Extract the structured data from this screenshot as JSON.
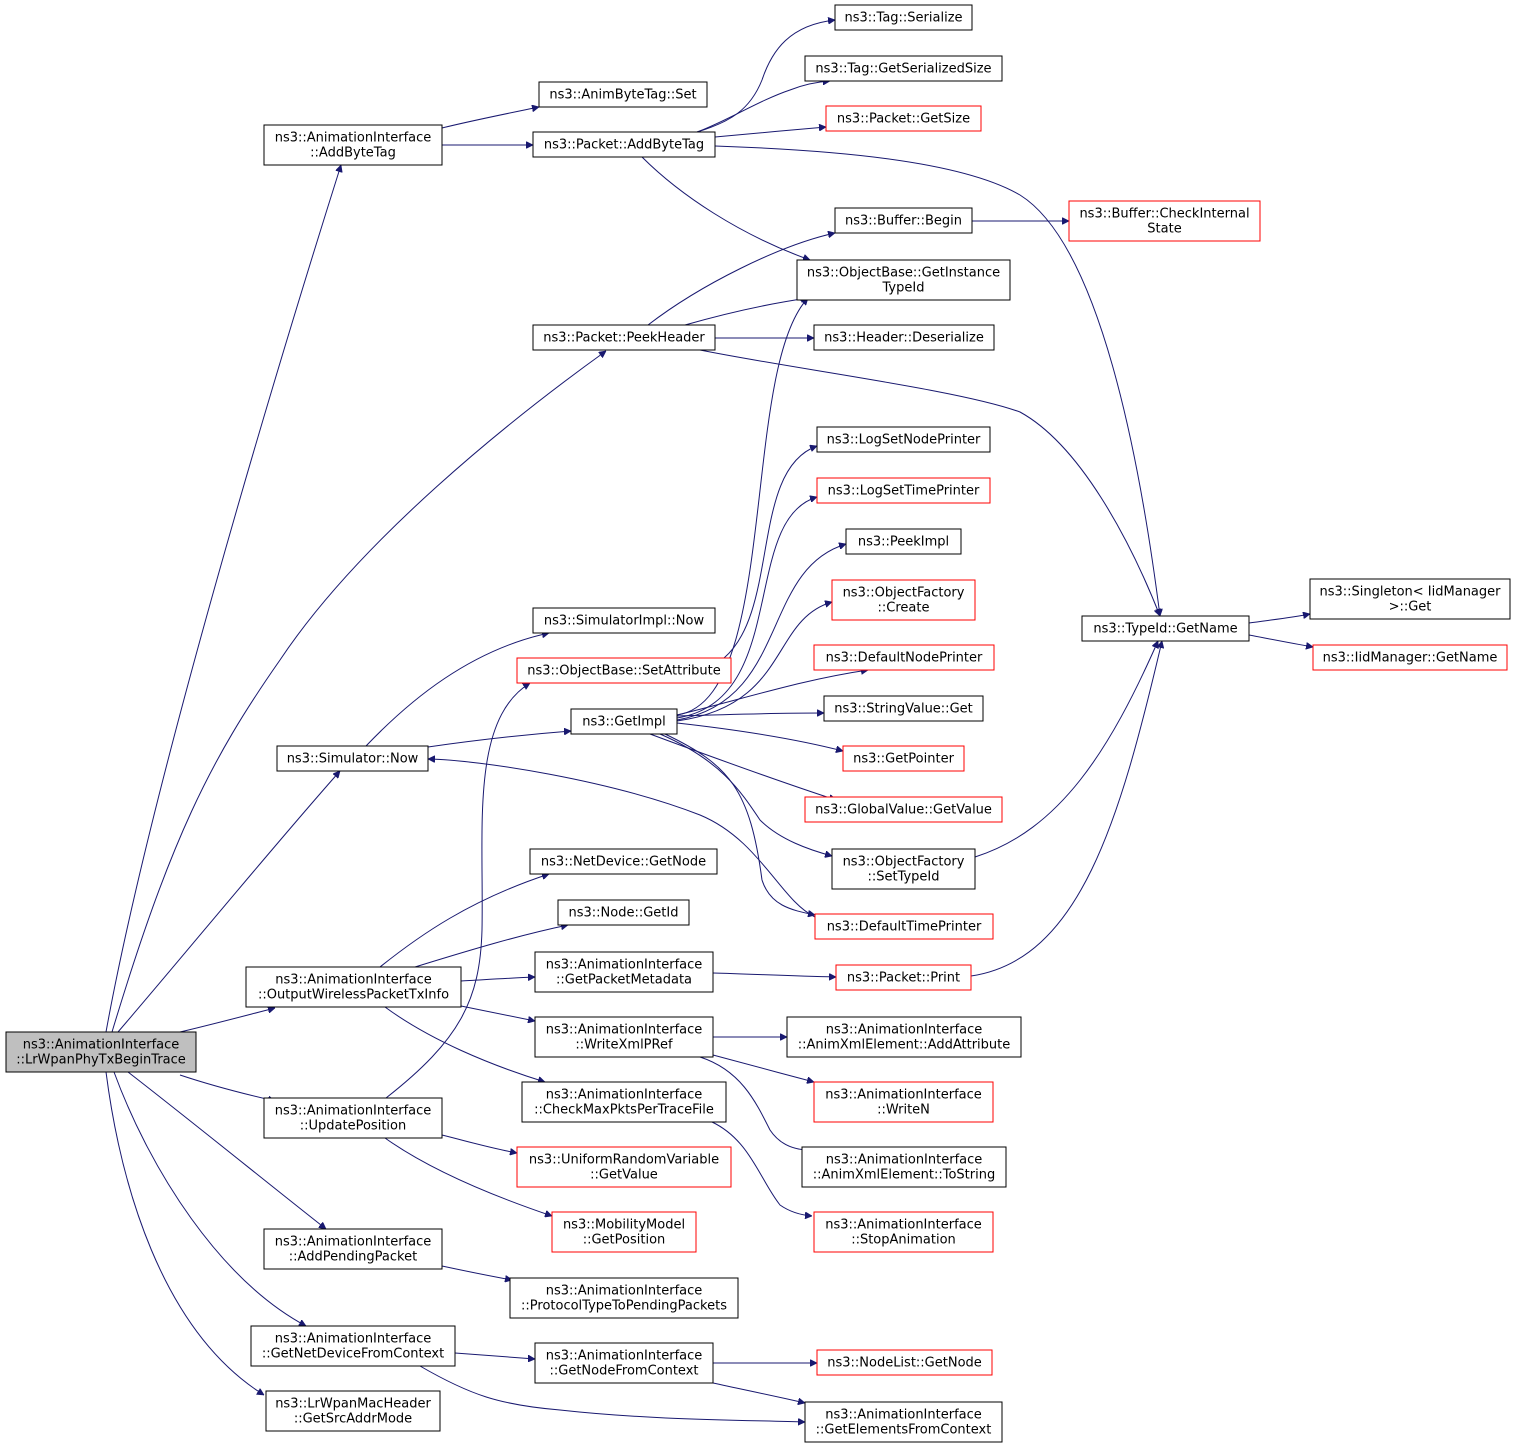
{
  "nodes": [
    {
      "id": "root",
      "lines": [
        "ns3::AnimationInterface",
        "::LrWpanPhyTxBeginTrace"
      ],
      "style": "root"
    },
    {
      "id": "addbytetag_ai",
      "lines": [
        "ns3::AnimationInterface",
        "::AddByteTag"
      ]
    },
    {
      "id": "animbytetag_set",
      "lines": [
        "ns3::AnimByteTag::Set"
      ]
    },
    {
      "id": "packet_addbytetag",
      "lines": [
        "ns3::Packet::AddByteTag"
      ]
    },
    {
      "id": "tag_serialize",
      "lines": [
        "ns3::Tag::Serialize"
      ]
    },
    {
      "id": "tag_getserializedsize",
      "lines": [
        "ns3::Tag::GetSerializedSize"
      ]
    },
    {
      "id": "packet_getsize",
      "lines": [
        "ns3::Packet::GetSize"
      ],
      "style": "red"
    },
    {
      "id": "buffer_begin",
      "lines": [
        "ns3::Buffer::Begin"
      ]
    },
    {
      "id": "buffer_checkinternalstate",
      "lines": [
        "ns3::Buffer::CheckInternal",
        "State"
      ],
      "style": "red"
    },
    {
      "id": "objectbase_getinstancetypeid",
      "lines": [
        "ns3::ObjectBase::GetInstance",
        "TypeId"
      ]
    },
    {
      "id": "packet_peekheader",
      "lines": [
        "ns3::Packet::PeekHeader"
      ]
    },
    {
      "id": "header_deserialize",
      "lines": [
        "ns3::Header::Deserialize"
      ]
    },
    {
      "id": "logsetnodeprinter",
      "lines": [
        "ns3::LogSetNodePrinter"
      ]
    },
    {
      "id": "logsettimeprinter",
      "lines": [
        "ns3::LogSetTimePrinter"
      ],
      "style": "red"
    },
    {
      "id": "peekimpl",
      "lines": [
        "ns3::PeekImpl"
      ]
    },
    {
      "id": "objectfactory_create",
      "lines": [
        "ns3::ObjectFactory",
        "::Create"
      ],
      "style": "red"
    },
    {
      "id": "typeid_getname",
      "lines": [
        "ns3::TypeId::GetName"
      ]
    },
    {
      "id": "singleton_get",
      "lines": [
        "ns3::Singleton< IidManager",
        ">::Get"
      ]
    },
    {
      "id": "iidmanager_getname",
      "lines": [
        "ns3::IidManager::GetName"
      ],
      "style": "red"
    },
    {
      "id": "simulatorimpl_now",
      "lines": [
        "ns3::SimulatorImpl::Now"
      ]
    },
    {
      "id": "objectbase_setattribute",
      "lines": [
        "ns3::ObjectBase::SetAttribute"
      ],
      "style": "red"
    },
    {
      "id": "defaultnodeprinter",
      "lines": [
        "ns3::DefaultNodePrinter"
      ],
      "style": "red"
    },
    {
      "id": "getimpl",
      "lines": [
        "ns3::GetImpl"
      ]
    },
    {
      "id": "stringvalue_get",
      "lines": [
        "ns3::StringValue::Get"
      ]
    },
    {
      "id": "simulator_now",
      "lines": [
        "ns3::Simulator::Now"
      ]
    },
    {
      "id": "getpointer",
      "lines": [
        "ns3::GetPointer"
      ],
      "style": "red"
    },
    {
      "id": "globalvalue_getvalue",
      "lines": [
        "ns3::GlobalValue::GetValue"
      ],
      "style": "red"
    },
    {
      "id": "objectfactory_settypeid",
      "lines": [
        "ns3::ObjectFactory",
        "::SetTypeId"
      ]
    },
    {
      "id": "netdevice_getnode",
      "lines": [
        "ns3::NetDevice::GetNode"
      ]
    },
    {
      "id": "node_getid",
      "lines": [
        "ns3::Node::GetId"
      ]
    },
    {
      "id": "defaulttimeprinter",
      "lines": [
        "ns3::DefaultTimePrinter"
      ],
      "style": "red"
    },
    {
      "id": "outputwirelesspackettxinfo",
      "lines": [
        "ns3::AnimationInterface",
        "::OutputWirelessPacketTxInfo"
      ]
    },
    {
      "id": "getpacketmetadata",
      "lines": [
        "ns3::AnimationInterface",
        "::GetPacketMetadata"
      ]
    },
    {
      "id": "packet_print",
      "lines": [
        "ns3::Packet::Print"
      ],
      "style": "red"
    },
    {
      "id": "writexmlpref",
      "lines": [
        "ns3::AnimationInterface",
        "::WriteXmlPRef"
      ]
    },
    {
      "id": "animxmlelement_addattribute",
      "lines": [
        "ns3::AnimationInterface",
        "::AnimXmlElement::AddAttribute"
      ]
    },
    {
      "id": "checkmaxpktspertracefile",
      "lines": [
        "ns3::AnimationInterface",
        "::CheckMaxPktsPerTraceFile"
      ]
    },
    {
      "id": "writen",
      "lines": [
        "ns3::AnimationInterface",
        "::WriteN"
      ],
      "style": "red"
    },
    {
      "id": "updateposition",
      "lines": [
        "ns3::AnimationInterface",
        "::UpdatePosition"
      ]
    },
    {
      "id": "uniformrandomvariable_getvalue",
      "lines": [
        "ns3::UniformRandomVariable",
        "::GetValue"
      ],
      "style": "red"
    },
    {
      "id": "animxmlelement_tostring",
      "lines": [
        "ns3::AnimationInterface",
        "::AnimXmlElement::ToString"
      ]
    },
    {
      "id": "mobilitymodel_getposition",
      "lines": [
        "ns3::MobilityModel",
        "::GetPosition"
      ],
      "style": "red"
    },
    {
      "id": "stopanimation",
      "lines": [
        "ns3::AnimationInterface",
        "::StopAnimation"
      ],
      "style": "red"
    },
    {
      "id": "addpendingpacket",
      "lines": [
        "ns3::AnimationInterface",
        "::AddPendingPacket"
      ]
    },
    {
      "id": "protocoltypetopendingpackets",
      "lines": [
        "ns3::AnimationInterface",
        "::ProtocolTypeToPendingPackets"
      ]
    },
    {
      "id": "getnetdevicefromcontext",
      "lines": [
        "ns3::AnimationInterface",
        "::GetNetDeviceFromContext"
      ]
    },
    {
      "id": "getnodefromcontext",
      "lines": [
        "ns3::AnimationInterface",
        "::GetNodeFromContext"
      ]
    },
    {
      "id": "nodelist_getnode",
      "lines": [
        "ns3::NodeList::GetNode"
      ],
      "style": "red"
    },
    {
      "id": "lrwpanmacheader_getsrcaddrmode",
      "lines": [
        "ns3::LrWpanMacHeader",
        "::GetSrcAddrMode"
      ]
    },
    {
      "id": "getelementsfromcontext",
      "lines": [
        "ns3::AnimationInterface",
        "::GetElementsFromContext"
      ]
    }
  ],
  "edges": [
    [
      "root",
      "addbytetag_ai"
    ],
    [
      "root",
      "packet_peekheader"
    ],
    [
      "root",
      "simulator_now"
    ],
    [
      "root",
      "outputwirelesspackettxinfo"
    ],
    [
      "root",
      "updateposition"
    ],
    [
      "root",
      "addpendingpacket"
    ],
    [
      "root",
      "getnetdevicefromcontext"
    ],
    [
      "root",
      "lrwpanmacheader_getsrcaddrmode"
    ],
    [
      "addbytetag_ai",
      "animbytetag_set"
    ],
    [
      "addbytetag_ai",
      "packet_addbytetag"
    ],
    [
      "packet_addbytetag",
      "tag_serialize"
    ],
    [
      "packet_addbytetag",
      "tag_getserializedsize"
    ],
    [
      "packet_addbytetag",
      "packet_getsize"
    ],
    [
      "packet_addbytetag",
      "objectbase_getinstancetypeid"
    ],
    [
      "packet_addbytetag",
      "typeid_getname"
    ],
    [
      "buffer_begin",
      "buffer_checkinternalstate"
    ],
    [
      "packet_peekheader",
      "buffer_begin"
    ],
    [
      "packet_peekheader",
      "objectbase_getinstancetypeid"
    ],
    [
      "packet_peekheader",
      "header_deserialize"
    ],
    [
      "packet_peekheader",
      "typeid_getname"
    ],
    [
      "typeid_getname",
      "singleton_get"
    ],
    [
      "typeid_getname",
      "iidmanager_getname"
    ],
    [
      "simulator_now",
      "simulatorimpl_now"
    ],
    [
      "simulator_now",
      "getimpl"
    ],
    [
      "objectbase_setattribute",
      "logsetnodeprinter"
    ],
    [
      "getimpl",
      "objectbase_getinstancetypeid"
    ],
    [
      "getimpl",
      "logsettimeprinter"
    ],
    [
      "getimpl",
      "peekimpl"
    ],
    [
      "getimpl",
      "objectfactory_create"
    ],
    [
      "getimpl",
      "defaultnodeprinter"
    ],
    [
      "getimpl",
      "stringvalue_get"
    ],
    [
      "getimpl",
      "getpointer"
    ],
    [
      "getimpl",
      "globalvalue_getvalue"
    ],
    [
      "getimpl",
      "objectfactory_settypeid"
    ],
    [
      "getimpl",
      "defaulttimeprinter"
    ],
    [
      "objectfactory_settypeid",
      "typeid_getname"
    ],
    [
      "defaulttimeprinter",
      "simulator_now"
    ],
    [
      "outputwirelesspackettxinfo",
      "netdevice_getnode"
    ],
    [
      "outputwirelesspackettxinfo",
      "node_getid"
    ],
    [
      "outputwirelesspackettxinfo",
      "getpacketmetadata"
    ],
    [
      "outputwirelesspackettxinfo",
      "writexmlpref"
    ],
    [
      "outputwirelesspackettxinfo",
      "checkmaxpktspertracefile"
    ],
    [
      "getpacketmetadata",
      "packet_print"
    ],
    [
      "packet_print",
      "typeid_getname"
    ],
    [
      "writexmlpref",
      "animxmlelement_addattribute"
    ],
    [
      "writexmlpref",
      "writen"
    ],
    [
      "writexmlpref",
      "animxmlelement_tostring"
    ],
    [
      "checkmaxpktspertracefile",
      "stopanimation"
    ],
    [
      "updateposition",
      "objectbase_setattribute"
    ],
    [
      "updateposition",
      "uniformrandomvariable_getvalue"
    ],
    [
      "updateposition",
      "mobilitymodel_getposition"
    ],
    [
      "addpendingpacket",
      "protocoltypetopendingpackets"
    ],
    [
      "getnetdevicefromcontext",
      "getnodefromcontext"
    ],
    [
      "getnetdevicefromcontext",
      "getelementsfromcontext"
    ],
    [
      "getnodefromcontext",
      "nodelist_getnode"
    ],
    [
      "getnodefromcontext",
      "getelementsfromcontext"
    ]
  ]
}
